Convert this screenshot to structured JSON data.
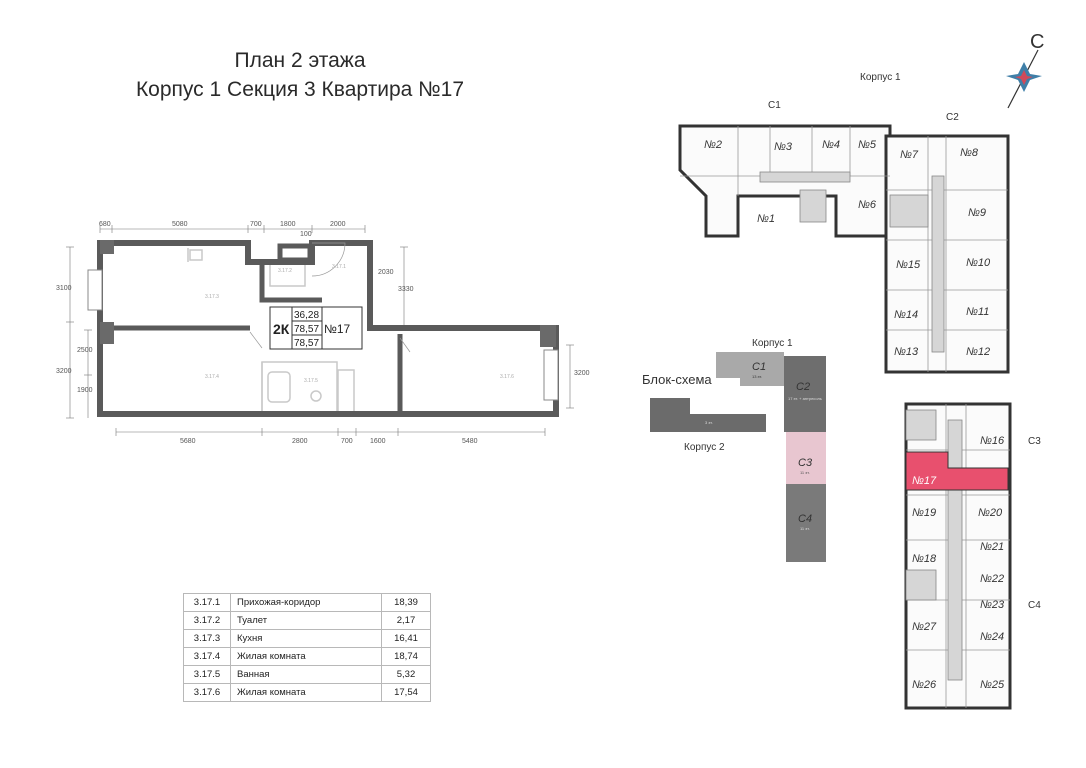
{
  "header": {
    "line1": "План 2 этажа",
    "line2": "Корпус 1 Секция 3 Квартира №17"
  },
  "apartment": {
    "rooms_label": "2К",
    "number": "№17",
    "living_area": "36,28",
    "total_area": "78,57",
    "total_area_2": "78,57",
    "room_codes": [
      "3.17.1",
      "3.17.2",
      "3.17.3",
      "3.17.4",
      "3.17.5",
      "3.17.6"
    ]
  },
  "dimensions": {
    "top": [
      "680",
      "5080",
      "700",
      "1800",
      "2000",
      "100"
    ],
    "bottom": [
      "5680",
      "2800",
      "700",
      "1600",
      "5480"
    ],
    "left": [
      "3100",
      "2500",
      "3200",
      "1900"
    ],
    "right": [
      "2030",
      "3330",
      "3200"
    ]
  },
  "rooms_table": [
    {
      "code": "3.17.1",
      "name": "Прихожая-коридор",
      "area": "18,39"
    },
    {
      "code": "3.17.2",
      "name": "Туалет",
      "area": "2,17"
    },
    {
      "code": "3.17.3",
      "name": "Кухня",
      "area": "16,41"
    },
    {
      "code": "3.17.4",
      "name": "Жилая комната",
      "area": "18,74"
    },
    {
      "code": "3.17.5",
      "name": "Ванная",
      "area": "5,32"
    },
    {
      "code": "3.17.6",
      "name": "Жилая комната",
      "area": "17,54"
    }
  ],
  "compass": {
    "letter": "С"
  },
  "floor_plan": {
    "building_label": "Корпус 1",
    "sections": [
      "С1",
      "С2",
      "С3",
      "С4"
    ],
    "apartments": [
      "№1",
      "№2",
      "№3",
      "№4",
      "№5",
      "№6",
      "№7",
      "№8",
      "№9",
      "№10",
      "№11",
      "№12",
      "№13",
      "№14",
      "№15",
      "№16",
      "№17",
      "№18",
      "№19",
      "№20",
      "№21",
      "№22",
      "№23",
      "№24",
      "№25",
      "№26",
      "№27"
    ],
    "highlight": "№17",
    "highlight_color": "#e8506e"
  },
  "block_scheme": {
    "title": "Блок-схема",
    "building1": "Корпус 1",
    "building2": "Корпус 2",
    "blocks": [
      {
        "name": "С1",
        "floors": "13 эт."
      },
      {
        "name": "С2",
        "floors": "17 эт. + антресоль"
      },
      {
        "name": "С3",
        "floors": "11 эт."
      },
      {
        "name": "С4",
        "floors": "11 эт."
      }
    ],
    "corpus2_floors": "3 эт.",
    "active_color": "#e8c6d0"
  }
}
